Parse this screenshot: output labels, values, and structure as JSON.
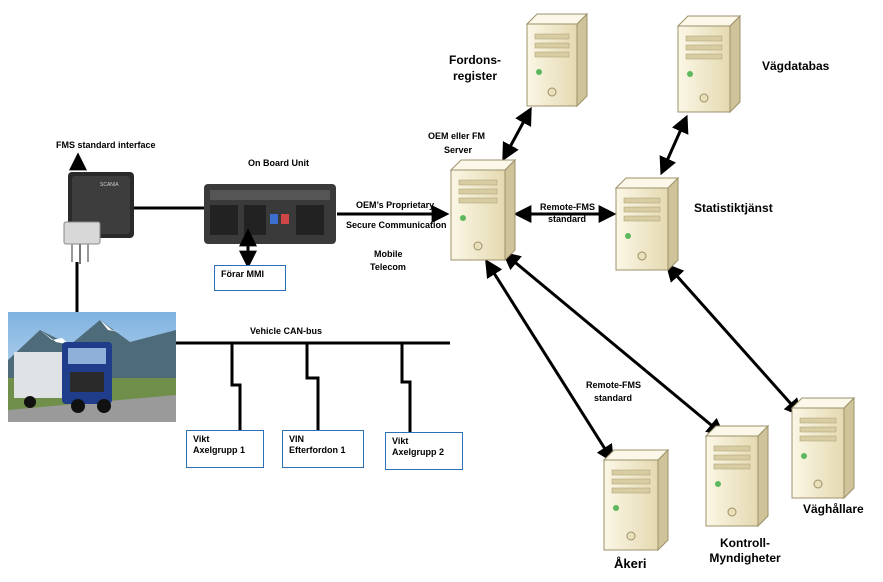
{
  "labels": {
    "fms_interface": "FMS standard  interface",
    "on_board_unit": "On Board Unit",
    "forar_mmi": "Förar MMI",
    "vehicle_can_bus": "Vehicle CAN-bus",
    "oem_proprietary_1": "OEM’s  Proprietary",
    "oem_proprietary_2": "Secure Communication",
    "mobile_1": "Mobile",
    "mobile_2": "Telecom",
    "remote_fms_top_1": "Remote-FMS",
    "remote_fms_top_2": "standard",
    "remote_fms_mid_1": "Remote-FMS",
    "remote_fms_mid_2": "standard",
    "oem_server_1": "OEM eller FM",
    "oem_server_2": "Server",
    "fordonsregister_1": "Fordons-",
    "fordonsregister_2": "register",
    "vagdatabas": "Vägdatabas",
    "statistiktjanst": "Statistiktjänst",
    "akeri": "Åkeri",
    "kontroll_1": "Kontroll-",
    "kontroll_2": "Myndigheter",
    "vaghallare": "Väghållare",
    "unit_brand": "SCANIA"
  },
  "sensor_boxes": [
    {
      "line1": "Vikt",
      "line2": "Axelgrupp 1"
    },
    {
      "line1": "VIN",
      "line2": "Efterfordon 1"
    },
    {
      "line1": "Vikt",
      "line2": "Axelgrupp 2"
    }
  ],
  "colors": {
    "box_border": "#2f6fb5",
    "server_body": "#f3ecd0",
    "server_side": "#cfc39a",
    "line": "#000000"
  }
}
